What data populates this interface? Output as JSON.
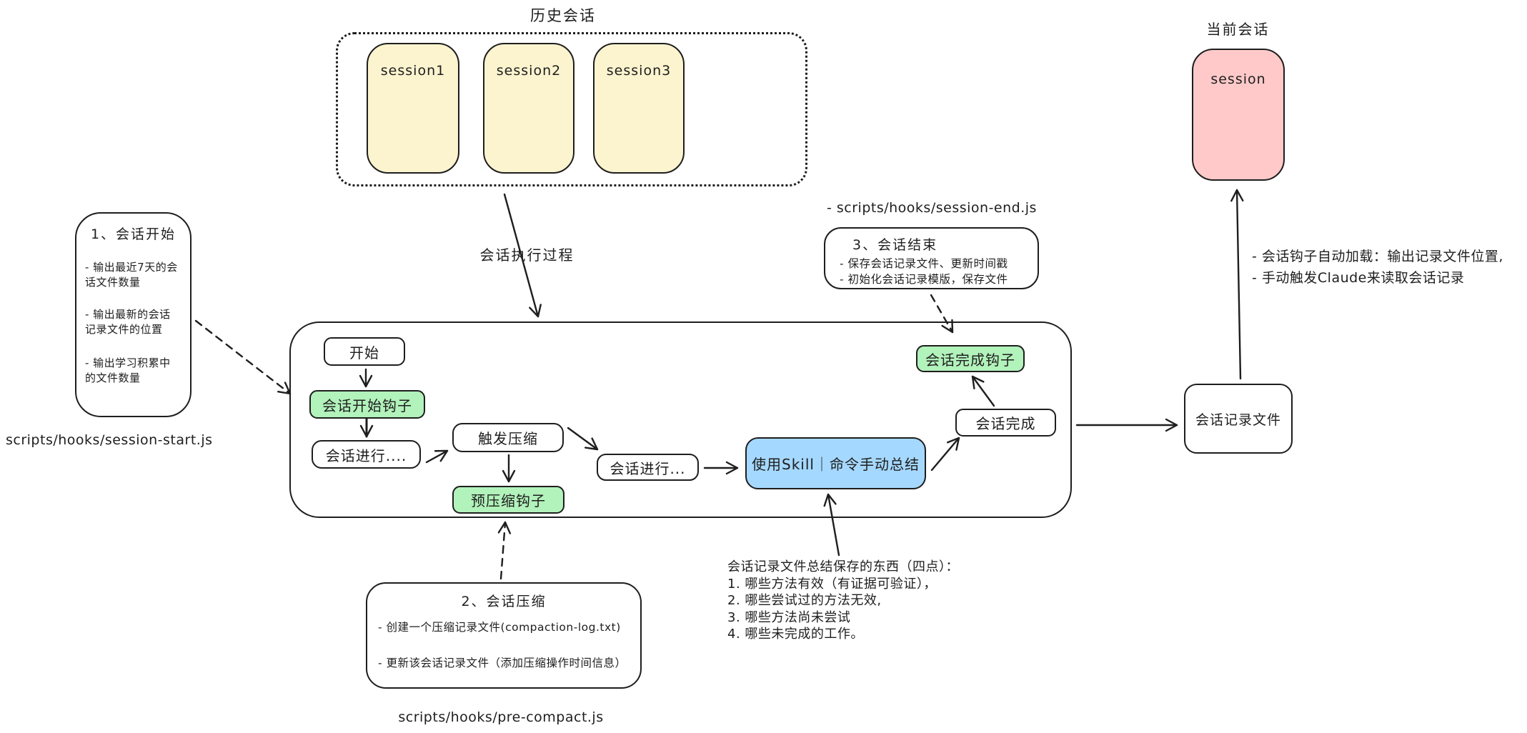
{
  "history": {
    "title": "历史会话",
    "sessions": [
      "session1",
      "session2",
      "session3"
    ]
  },
  "current": {
    "title": "当前会话",
    "session": "session"
  },
  "flow": {
    "start": "开始",
    "session_start_hook": "会话开始钩子",
    "session_running_1": "会话进行....",
    "trigger_compact": "触发压缩",
    "pre_compact_hook": "预压缩钩子",
    "session_running_2": "会话进行...",
    "manual_summary": "使用Skill｜命令手动总结",
    "session_complete": "会话完成",
    "session_complete_hook": "会话完成钩子",
    "execution_label": "会话执行过程"
  },
  "record_file": {
    "label": "会话记录文件"
  },
  "notes": {
    "session_start": {
      "title": "1、会话开始",
      "lines": [
        "- 输出最近7天的会话文件数量",
        "- 输出最新的会话记录文件的位置",
        "- 输出学习积累中的文件数量"
      ],
      "script": "scripts/hooks/session-start.js"
    },
    "session_end": {
      "script": "- scripts/hooks/session-end.js",
      "title": "3、会话结束",
      "lines": [
        "- 保存会话记录文件、更新时间戳",
        "- 初始化会话记录模版，保存文件"
      ]
    },
    "compact": {
      "title": "2、会话压缩",
      "lines": [
        "- 创建一个压缩记录文件(compaction-log.txt)",
        "- 更新该会话记录文件（添加压缩操作时间信息）"
      ],
      "script": "scripts/hooks/pre-compact.js"
    },
    "record_load": {
      "lines": [
        "- 会话钩子自动加载：输出记录文件位置,",
        "- 手动触发Claude来读取会话记录"
      ]
    },
    "summary_points": {
      "lines": [
        "会话记录文件总结保存的东西（四点）：",
        "1. 哪些方法有效（有证据可验证），",
        "2. 哪些尝试过的方法无效,",
        "3. 哪些方法尚未尝试",
        "4. 哪些未完成的工作。"
      ]
    }
  },
  "colors": {
    "stroke": "#1e1e1e",
    "yellow": "#fcf4cf",
    "pink": "#ffc9c9",
    "green": "#b2f2bb",
    "blue": "#a5d8ff"
  }
}
